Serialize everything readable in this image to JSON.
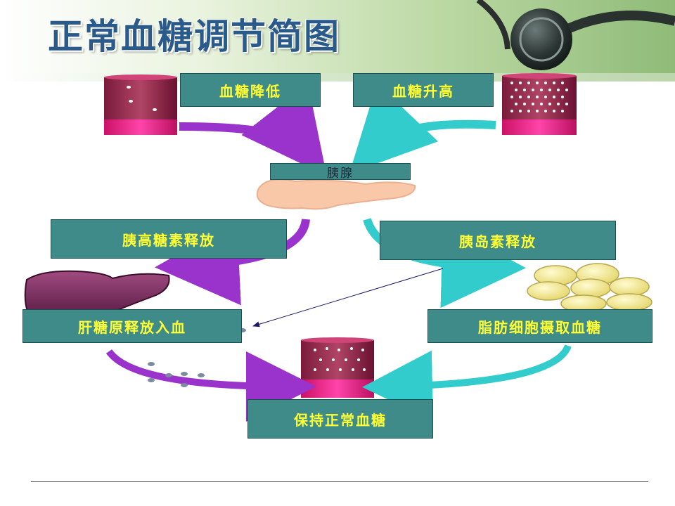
{
  "header": {
    "title": "正常血糖调节简图"
  },
  "labels": {
    "blood_sugar_low": "血糖降低",
    "blood_sugar_high": "血糖升高",
    "pancreas": "胰腺",
    "glucagon_release": "胰高糖素释放",
    "insulin_release": "胰岛素释放",
    "liver_glycogen_release": "肝糖原释放入血",
    "fat_cells_uptake": "脂肪细胞摄取血糖",
    "maintain_normal": "保持正常血糖"
  },
  "colors": {
    "box_fill": "#3f8b8a",
    "box_text": "#ffff33",
    "glucagon_arrow": "#9933cc",
    "insulin_arrow": "#33cccc",
    "tube_magenta": "#ee2288",
    "tube_dark": "#993355",
    "pancreas": "#f8c8a8",
    "liver": "#7a2a5a",
    "fat": "#f2eb9a",
    "title": "#2a5a8a"
  },
  "icons": [
    "stethoscope-icon",
    "blood-tube-icon",
    "pancreas-icon",
    "liver-icon",
    "fat-cells-icon"
  ]
}
